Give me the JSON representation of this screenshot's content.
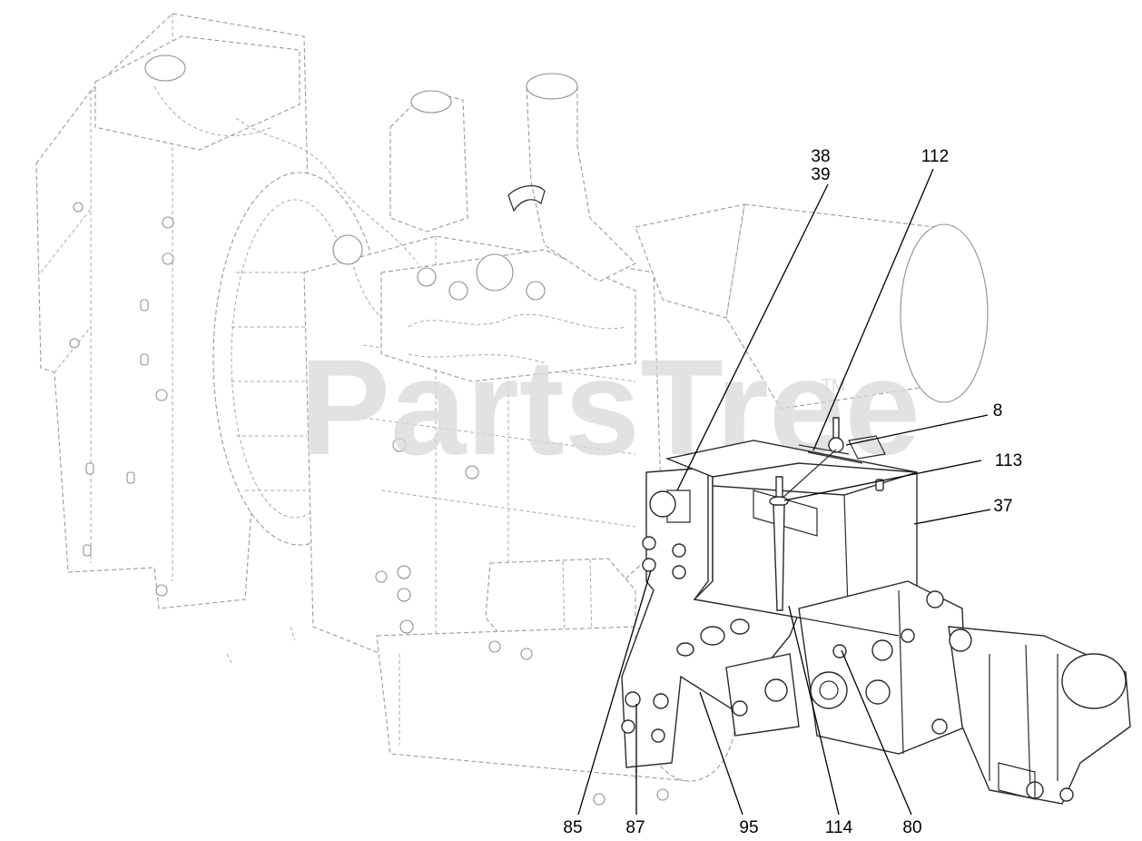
{
  "diagram": {
    "watermark": "PartsTree",
    "trademark": "TM",
    "callouts": [
      {
        "id": "38",
        "text": "38"
      },
      {
        "id": "39",
        "text": "39"
      },
      {
        "id": "112",
        "text": "112"
      },
      {
        "id": "8",
        "text": "8"
      },
      {
        "id": "113",
        "text": "113"
      },
      {
        "id": "37",
        "text": "37"
      },
      {
        "id": "85",
        "text": "85"
      },
      {
        "id": "87",
        "text": "87"
      },
      {
        "id": "95",
        "text": "95"
      },
      {
        "id": "114",
        "text": "114"
      },
      {
        "id": "80",
        "text": "80"
      }
    ]
  }
}
